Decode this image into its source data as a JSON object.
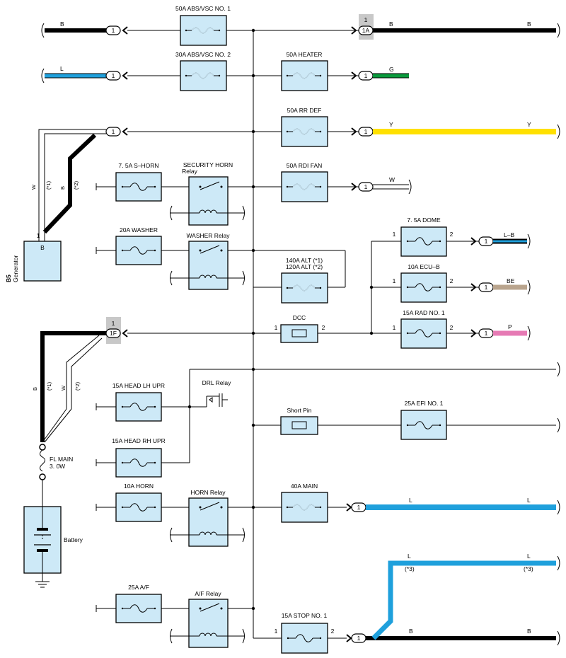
{
  "fuses": {
    "abs1": "50A ABS/VSC NO. 1",
    "abs2": "30A ABS/VSC NO. 2",
    "heater": "50A HEATER",
    "rrdef": "50A RR DEF",
    "shorn": "7. 5A S–HORN",
    "rdi": "50A RDI FAN",
    "washer": "20A WASHER",
    "alt1": "140A ALT (*1)",
    "alt2": "120A ALT (*2)",
    "dome": "7. 5A DOME",
    "ecub": "10A ECU–B",
    "dcc": "DCC",
    "rad": "15A RAD NO. 1",
    "headlh": "15A HEAD LH UPR",
    "headrh": "15A HEAD RH UPR",
    "shortpin": "Short Pin",
    "efi": "25A EFI NO. 1",
    "horn": "10A HORN",
    "main40": "40A MAIN",
    "af": "25A A/F",
    "stop": "15A STOP NO. 1"
  },
  "relays": {
    "sec1": "SECURITY HORN",
    "sec2": "Relay",
    "washer": "WASHER Relay",
    "drl": "DRL Relay",
    "horn": "HORN Relay",
    "af": "A/F Relay"
  },
  "components": {
    "generator_code": "B5",
    "generator_name": "Generator",
    "generator_term": "B",
    "generator_pin": "1",
    "fl1": "FL MAIN",
    "fl2": "3. 0W",
    "battery": "Battery"
  },
  "connectors": {
    "one": "1",
    "c1a": "1A",
    "c1f": "1F"
  },
  "pins": {
    "p1": "1",
    "p2": "2"
  },
  "wires": {
    "b": "B",
    "l": "L",
    "g": "G",
    "y": "Y",
    "w": "W",
    "lb": "L–B",
    "be": "BE",
    "p": "P",
    "n1": "(*1)",
    "n2": "(*2)",
    "n3": "(*3)"
  },
  "colors": {
    "box_fill": "#cde9f7",
    "blue": "#1fa0dc",
    "green": "#0a9a3c",
    "yellow": "#ffe000",
    "tan": "#b9a48d",
    "pink": "#e67ab4",
    "black": "#000000",
    "highlight": "#c8c8c8"
  }
}
